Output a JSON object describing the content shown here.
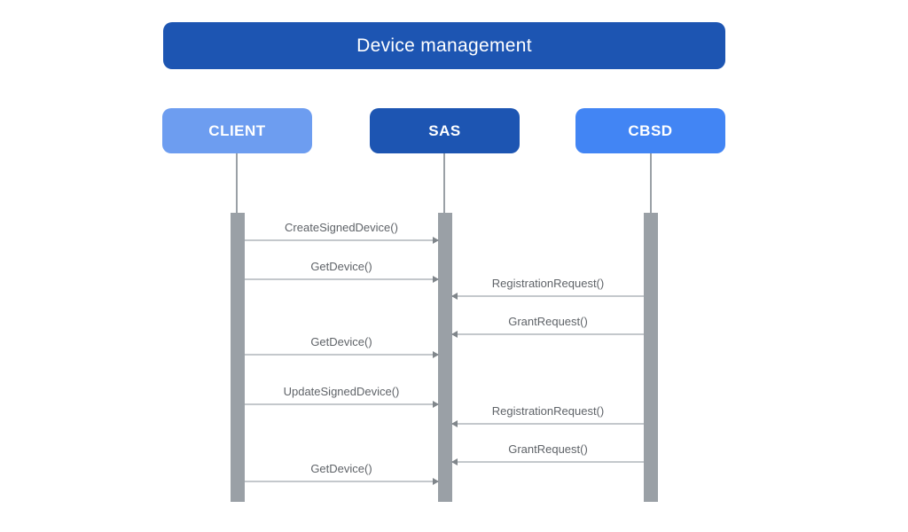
{
  "diagram": {
    "title": "Device management",
    "type": "sequence-diagram",
    "actors": [
      {
        "id": "client",
        "label": "CLIENT",
        "color": "#6d9df0"
      },
      {
        "id": "sas",
        "label": "SAS",
        "color": "#1d55b2"
      },
      {
        "id": "cbsd",
        "label": "CBSD",
        "color": "#4285f4"
      }
    ],
    "messages": [
      {
        "label": "CreateSignedDevice()",
        "from": "CLIENT",
        "to": "SAS",
        "direction": "right"
      },
      {
        "label": "GetDevice()",
        "from": "CLIENT",
        "to": "SAS",
        "direction": "right"
      },
      {
        "label": "RegistrationRequest()",
        "from": "CBSD",
        "to": "SAS",
        "direction": "left"
      },
      {
        "label": "GrantRequest()",
        "from": "CBSD",
        "to": "SAS",
        "direction": "left"
      },
      {
        "label": "GetDevice()",
        "from": "CLIENT",
        "to": "SAS",
        "direction": "right"
      },
      {
        "label": "UpdateSignedDevice()",
        "from": "CLIENT",
        "to": "SAS",
        "direction": "right"
      },
      {
        "label": "RegistrationRequest()",
        "from": "CBSD",
        "to": "SAS",
        "direction": "left"
      },
      {
        "label": "GrantRequest()",
        "from": "CBSD",
        "to": "SAS",
        "direction": "left"
      },
      {
        "label": "GetDevice()",
        "from": "CLIENT",
        "to": "SAS",
        "direction": "right"
      }
    ],
    "colors": {
      "title_bg": "#1d55b2",
      "client_bg": "#6d9df0",
      "sas_bg": "#1d55b2",
      "cbsd_bg": "#4285f4",
      "lifeline": "#9aa0a6",
      "activation_bar": "#9aa0a6",
      "arrow_line": "#c4c8cc",
      "arrow_head": "#80868b",
      "message_text": "#5f6368",
      "background": "#ffffff"
    }
  }
}
